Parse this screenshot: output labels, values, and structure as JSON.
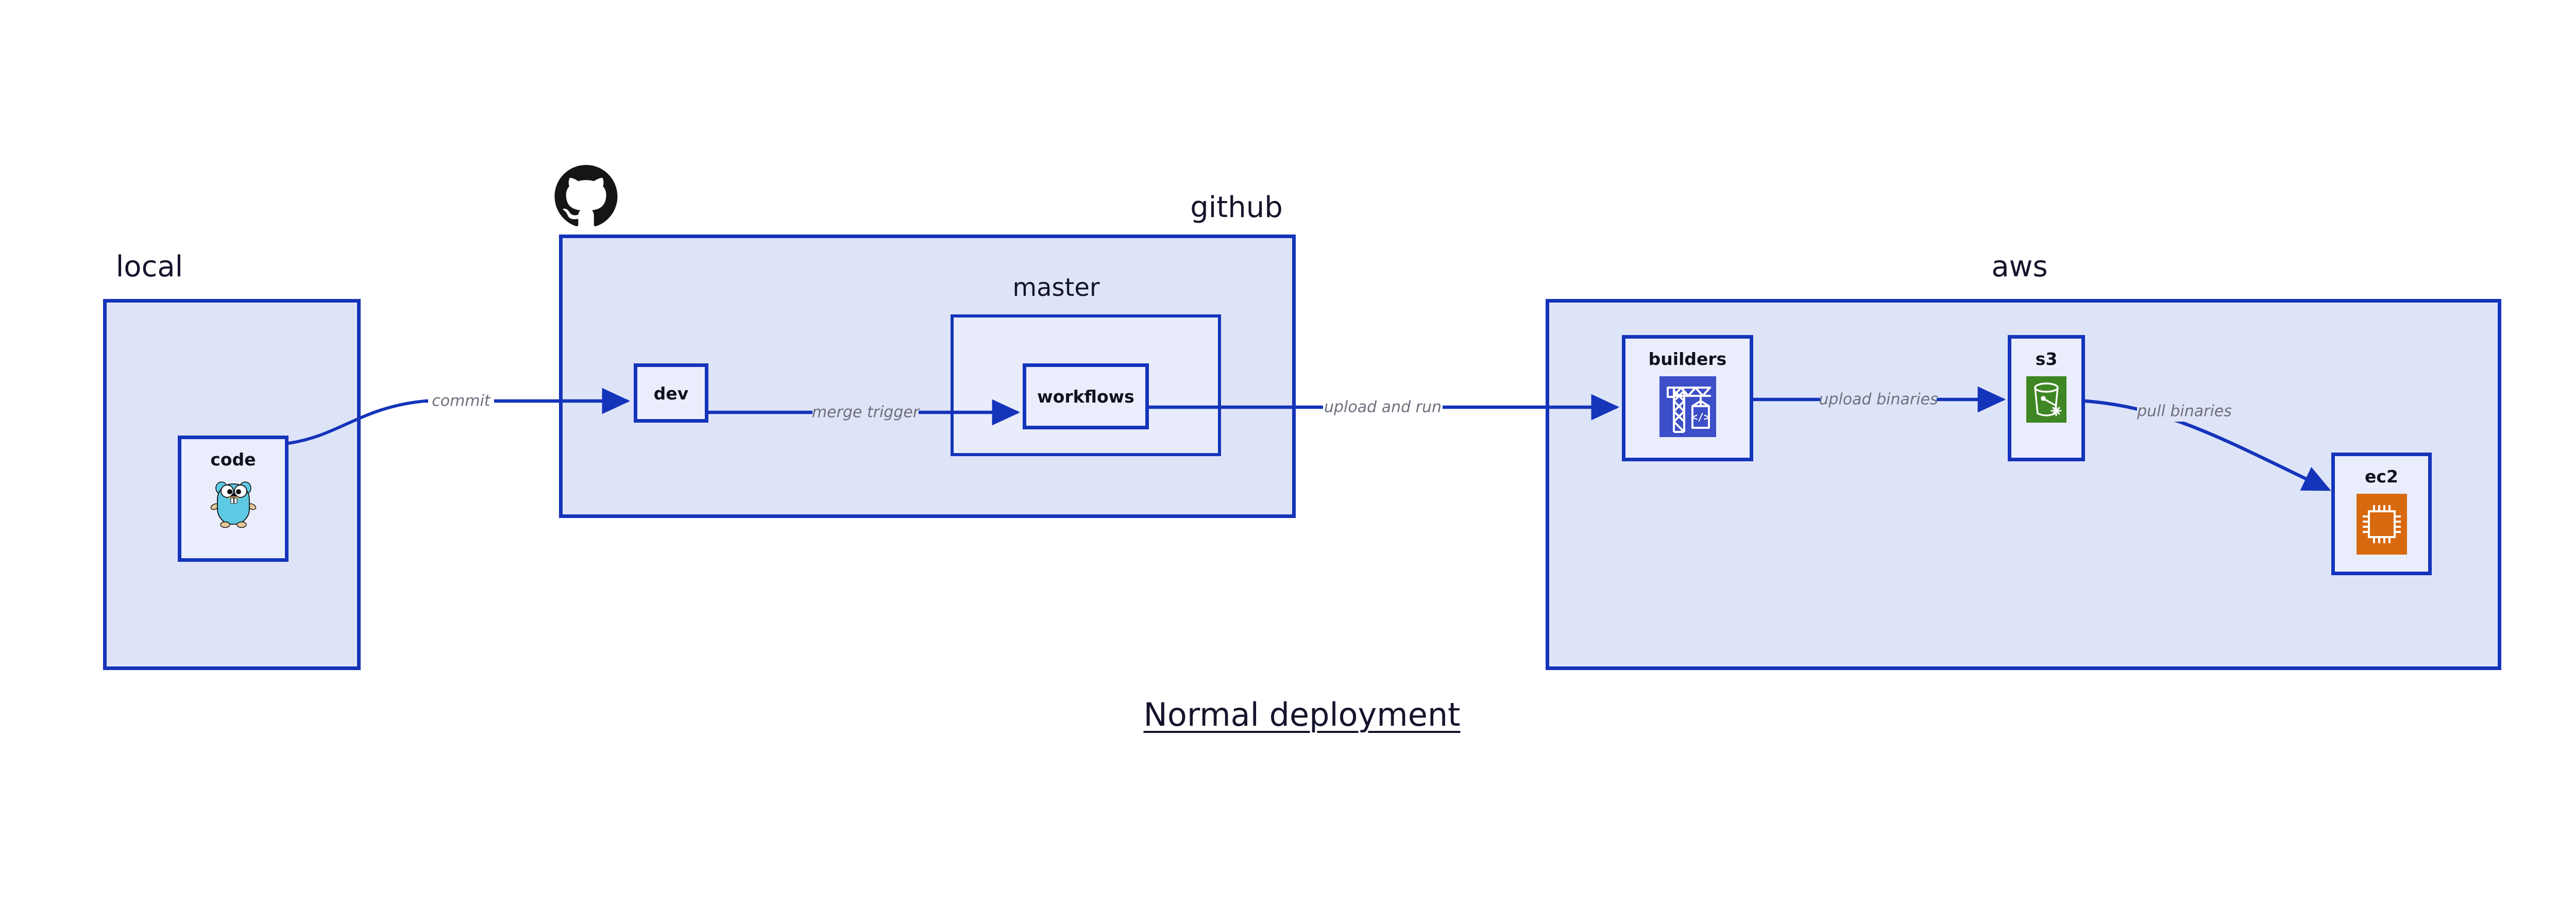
{
  "diagram": {
    "title": "Normal deployment",
    "background_color": "#ffffff",
    "accent_color": "#1434ba",
    "group_fill": "#dee4f8",
    "node_fill": "#eaeefc",
    "label_color": "#6f6f7d",
    "text_color": "#14142b"
  },
  "groups": [
    {
      "id": "local",
      "label": "local",
      "nodes": [
        {
          "id": "code",
          "label": "code",
          "icon": "go-gopher-icon",
          "icon_color": "#5dc9e2"
        }
      ]
    },
    {
      "id": "github",
      "label": "github",
      "logo": "github-octocat-icon",
      "logo_color": "#151515",
      "nodes": [
        {
          "id": "dev",
          "label": "dev",
          "icon": null
        }
      ],
      "subgroups": [
        {
          "id": "master",
          "label": "master",
          "nodes": [
            {
              "id": "workflows",
              "label": "workflows",
              "icon": null
            }
          ]
        }
      ]
    },
    {
      "id": "aws",
      "label": "aws",
      "nodes": [
        {
          "id": "builders",
          "label": "builders",
          "icon": "crane-code-icon",
          "icon_color": "#3c4ec8"
        },
        {
          "id": "s3",
          "label": "s3",
          "icon": "s3-bucket-icon",
          "icon_color": "#3f8624"
        },
        {
          "id": "ec2",
          "label": "ec2",
          "icon": "cpu-chip-icon",
          "icon_color": "#d9690f"
        }
      ]
    }
  ],
  "edges": [
    {
      "id": "commit",
      "label": "commit",
      "from": "code",
      "to": "dev",
      "style": "curved"
    },
    {
      "id": "merge-trigger",
      "label": "merge trigger",
      "from": "dev",
      "to": "workflows",
      "style": "straight"
    },
    {
      "id": "upload-and-run",
      "label": "upload and run",
      "from": "workflows",
      "to": "builders",
      "style": "straight"
    },
    {
      "id": "upload-binaries",
      "label": "upload binaries",
      "from": "builders",
      "to": "s3",
      "style": "straight"
    },
    {
      "id": "pull-binaries",
      "label": "pull binaries",
      "from": "s3",
      "to": "ec2",
      "style": "curved"
    }
  ]
}
